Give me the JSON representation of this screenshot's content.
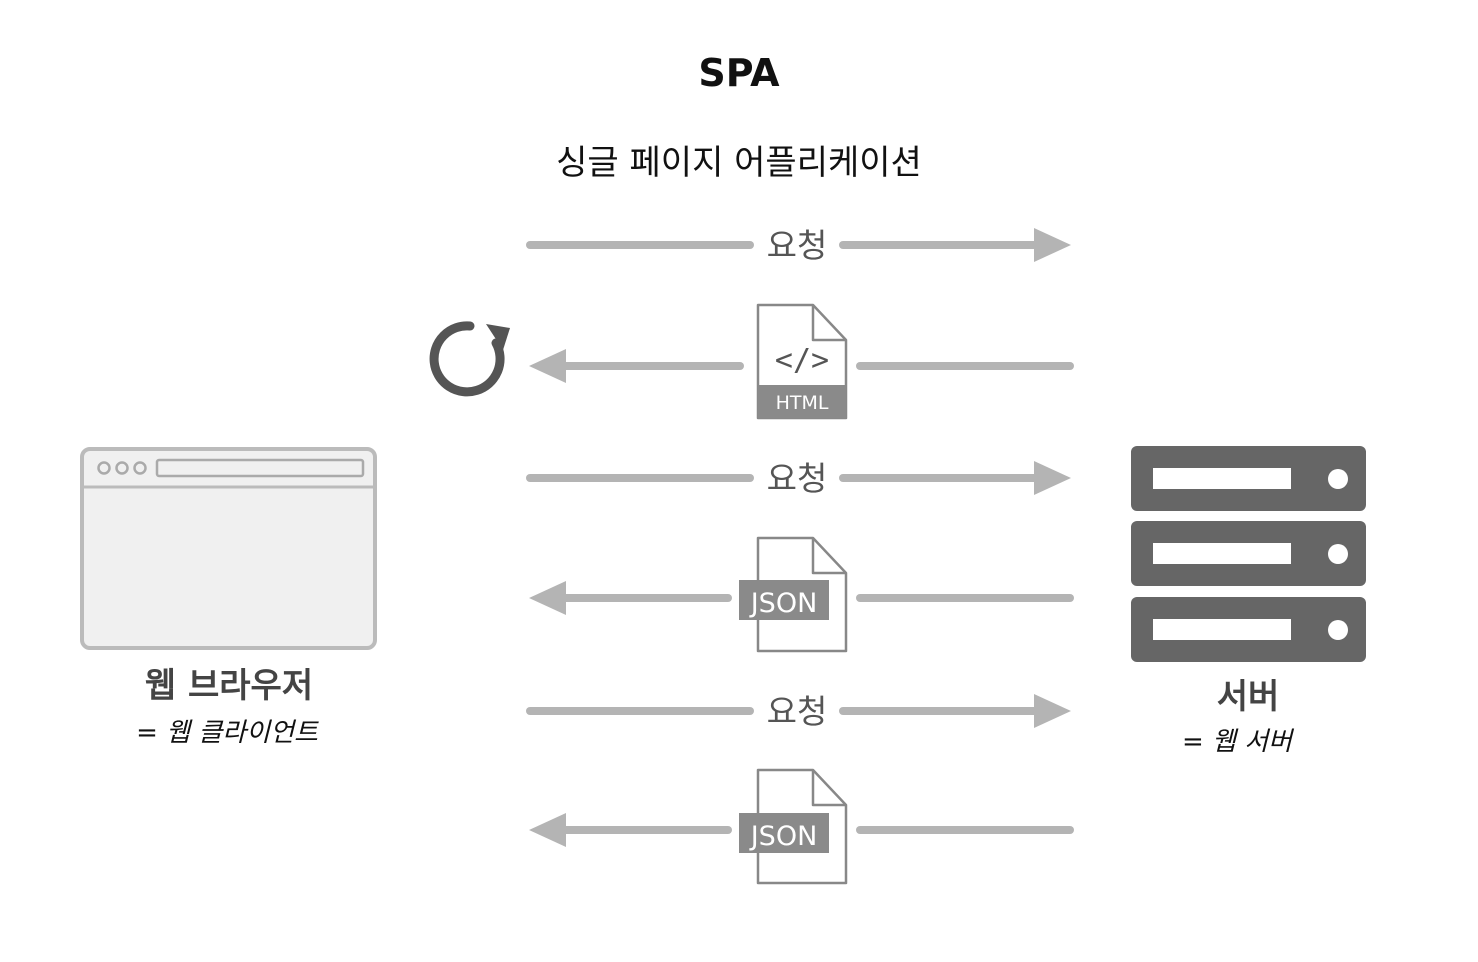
{
  "title": "SPA",
  "subtitle": "싱글 페이지 어플리케이션",
  "client": {
    "label": "웹 브라우저",
    "sublabel": "= 웹 클라이언트"
  },
  "server": {
    "label": "서버",
    "sublabel": "= 웹 서버"
  },
  "exchanges": [
    {
      "direction": "request",
      "label": "요청"
    },
    {
      "direction": "response",
      "label": "HTML",
      "icon": "html-file-icon"
    },
    {
      "direction": "request",
      "label": "요청"
    },
    {
      "direction": "response",
      "label": "JSON",
      "icon": "json-file-icon"
    },
    {
      "direction": "request",
      "label": "요청"
    },
    {
      "direction": "response",
      "label": "JSON",
      "icon": "json-file-icon"
    }
  ],
  "html_icon_glyph": "</>",
  "reload_icon": "refresh-icon",
  "colors": {
    "arrow": "#b4b4b4",
    "server": "#666666",
    "badge": "#8a8a8a"
  }
}
